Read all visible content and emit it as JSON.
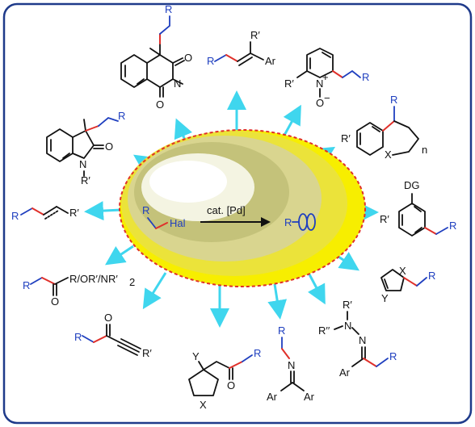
{
  "colors": {
    "arrow": "#3fd6ee",
    "border": "#1e3a8a",
    "bond_new": "#e0302a",
    "substituent": "#1f3fbf",
    "oval_outer": "#f5f000",
    "oval_inner": "#d6d48c",
    "dashed_ring": "#e0302a"
  },
  "center": {
    "substrate_r": "R",
    "substrate_x": "Hal",
    "catalyst": "cat. [Pd]",
    "intermediate_r": "R"
  },
  "products": {
    "isoquinolinedione": {
      "r": "R",
      "o1": "O",
      "o2": "O",
      "n": "N"
    },
    "styrene": {
      "r1": "R",
      "r2": "R′",
      "ar": "Ar"
    },
    "pyridine_oxide": {
      "r1": "R′",
      "r2": "R",
      "n": "N",
      "plus": "+",
      "o": "O",
      "minus": "−"
    },
    "oxindole": {
      "r": "R",
      "o": "O",
      "n": "N",
      "r2": "R′"
    },
    "fused_ring": {
      "r": "R",
      "r2": "R′",
      "x": "X",
      "n": "n"
    },
    "alkene": {
      "r1": "R",
      "r2": "R′"
    },
    "arene_dg": {
      "dg": "DG",
      "r": "R",
      "r2": "R′"
    },
    "carbonyl": {
      "r": "R",
      "sub": "R/OR′/NR′",
      "sub2": "2",
      "o": "O"
    },
    "heteroarene": {
      "r": "R",
      "x": "X",
      "y": "Y"
    },
    "ynone": {
      "r": "R",
      "o": "O",
      "r2": "R′"
    },
    "cyclic_ketone": {
      "r": "R",
      "y": "Y",
      "x": "X",
      "o": "O"
    },
    "imine": {
      "r": "R",
      "n": "N",
      "ar1": "Ar",
      "ar2": "Ar"
    },
    "hydrazone": {
      "r1": "R′",
      "r2": "R′′",
      "n1": "N",
      "n2": "N",
      "r": "R",
      "ar": "Ar"
    }
  }
}
